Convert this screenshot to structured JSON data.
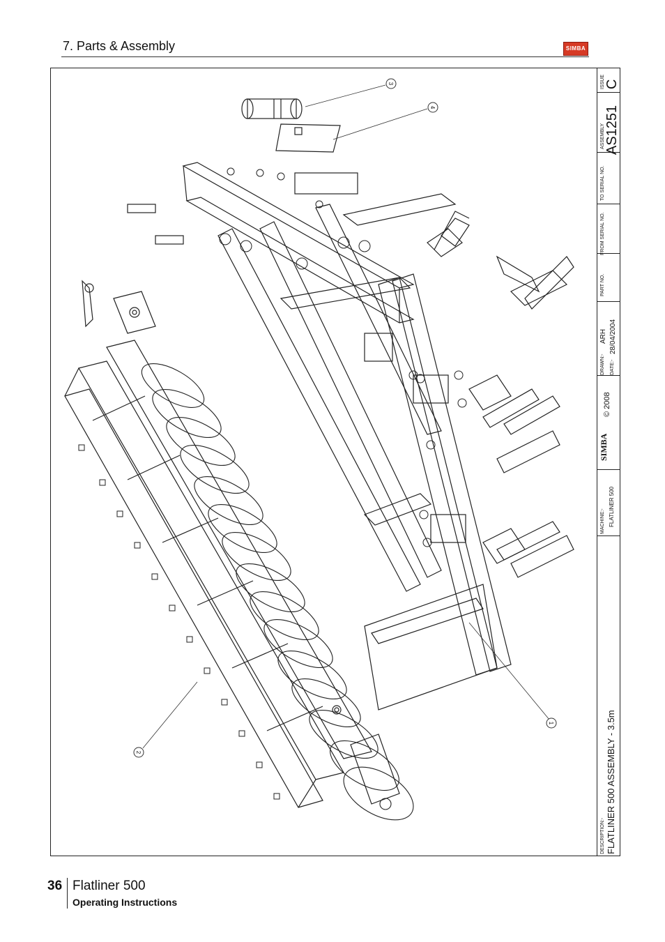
{
  "header": {
    "section": "7. Parts & Assembly",
    "logo_text": "SIMBA"
  },
  "title_block": {
    "issue_label": "ISSUE",
    "issue": "C",
    "assembly_label": "ASSEMBLY",
    "assembly": "AS1251",
    "to_serial_label": "TO SERIAL NO.",
    "from_serial_label": "FROM SERIAL NO.",
    "part_no_label": "PART NO.",
    "drawn_label": "DRAWN:-",
    "drawn": "ARH",
    "date_label": "DATE:-",
    "date": "28/04/2004",
    "brand": "SIMBA",
    "copyright": "© 2008",
    "machine_label": "MACHINE:-",
    "machine": "FLATLINER 500",
    "description_label": "DESCRIPTION:-",
    "description": "FLATLINER 500 ASSEMBLY - 3.5m"
  },
  "callouts": [
    "1",
    "2",
    "3",
    "4"
  ],
  "footer": {
    "page_number": "36",
    "product": "Flatliner 500",
    "subtitle": "Operating Instructions"
  }
}
